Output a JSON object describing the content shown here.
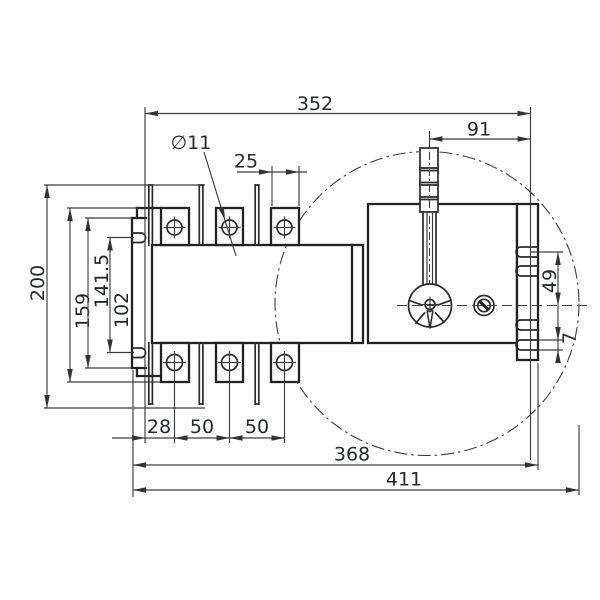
{
  "drawing": {
    "kind": "technical-dimension-drawing",
    "background_color": "#ffffff",
    "line_color": "#222222",
    "dim_line_color": "#3c3c3c",
    "text_color": "#24282d",
    "labels": {
      "width_overall_top": "352",
      "handle_to_edge": "91",
      "terminal_width": "25",
      "hole_diameter": "∅11",
      "height_overall": "200",
      "height_159": "159",
      "height_141_5": "141.5",
      "slot_center_spacing": "102",
      "slot_above_center": "49",
      "slot_gap_7": "7",
      "pitch_28": "28",
      "pitch_50_a": "50",
      "pitch_50_b": "50",
      "width_368": "368",
      "width_overall_bottom": "411"
    }
  }
}
